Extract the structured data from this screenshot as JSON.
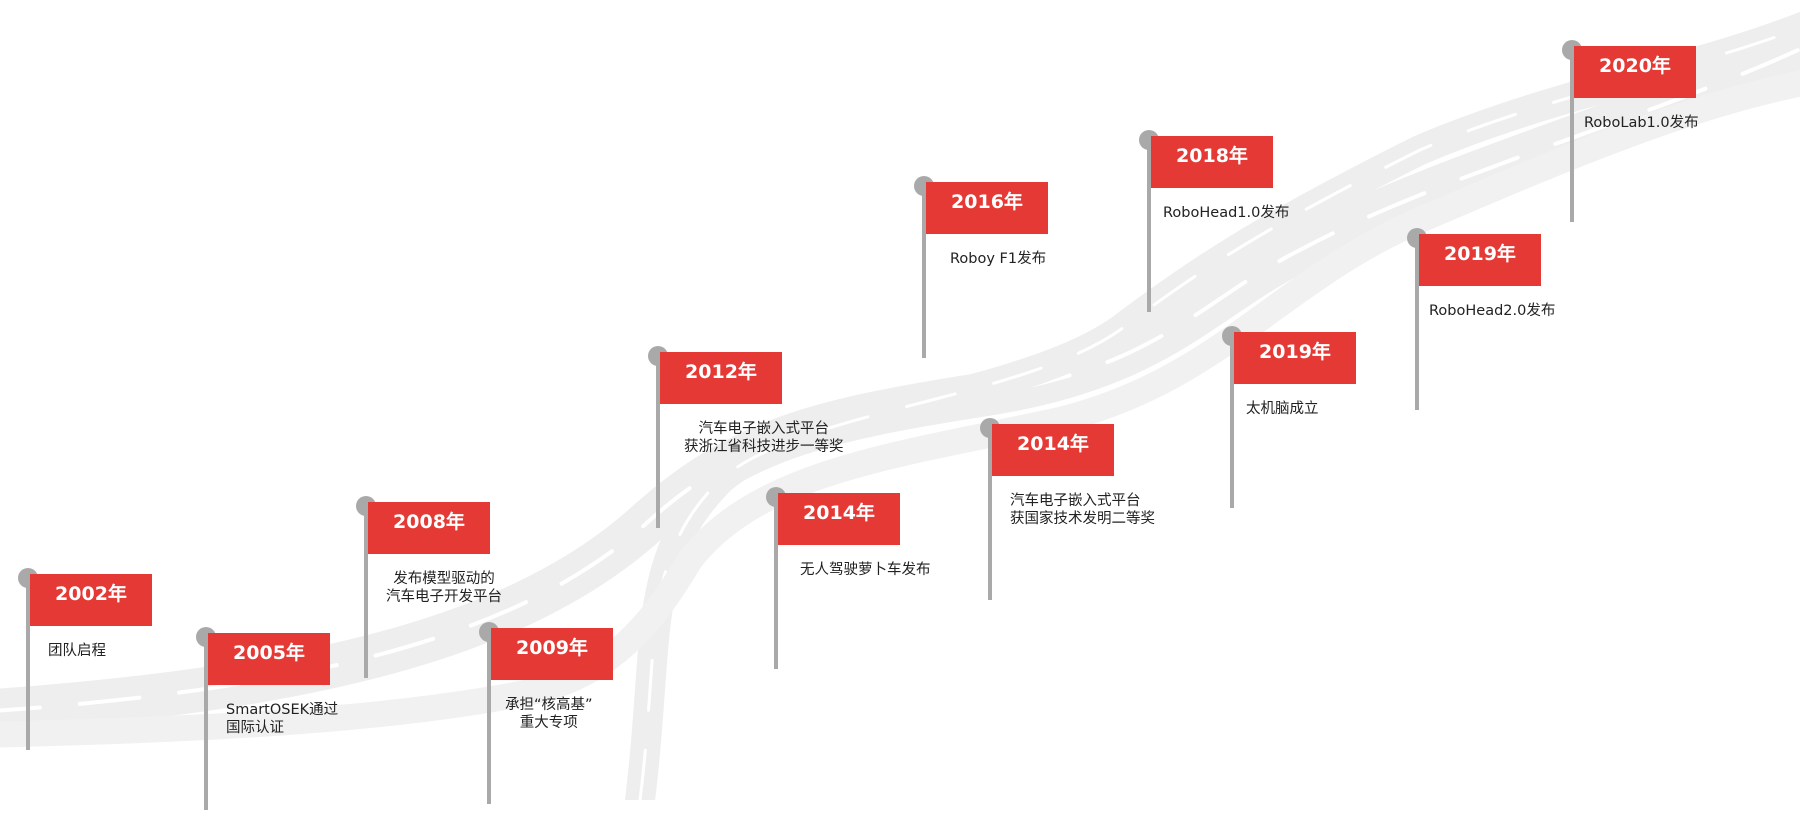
{
  "colors": {
    "flag": "#e53935",
    "pole": "#a9a9a9",
    "road": "#eeeeee",
    "text": "#222222"
  },
  "milestones": [
    {
      "year": "2002年",
      "lines": [
        "团队启程"
      ]
    },
    {
      "year": "2005年",
      "lines": [
        "SmartOSEK通过",
        "国际认证"
      ]
    },
    {
      "year": "2008年",
      "lines": [
        "发布模型驱动的",
        "汽车电子开发平台"
      ]
    },
    {
      "year": "2009年",
      "lines": [
        "承担“核高基”",
        "重大专项"
      ]
    },
    {
      "year": "2012年",
      "lines": [
        "汽车电子嵌入式平台",
        "获浙江省科技进步一等奖"
      ]
    },
    {
      "year": "2014年",
      "lines": [
        "无人驾驶萝卜车发布"
      ]
    },
    {
      "year": "2016年",
      "lines": [
        "Roboy F1发布"
      ]
    },
    {
      "year": "2014年",
      "lines": [
        "汽车电子嵌入式平台",
        "获国家技术发明二等奖"
      ]
    },
    {
      "year": "2018年",
      "lines": [
        "RoboHead1.0发布"
      ]
    },
    {
      "year": "2019年",
      "lines": [
        "太机脑成立"
      ]
    },
    {
      "year": "2019年",
      "lines": [
        "RoboHead2.0发布"
      ]
    },
    {
      "year": "2020年",
      "lines": [
        "RoboLab1.0发布"
      ]
    }
  ]
}
